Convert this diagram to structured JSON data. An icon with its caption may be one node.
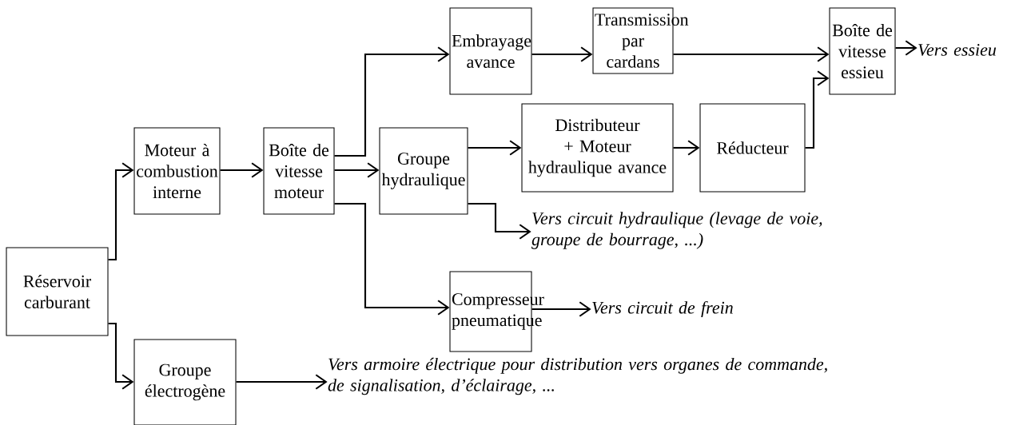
{
  "diagram": {
    "nodes": [
      {
        "text": [
          "Réservoir carburant"
        ]
      },
      {
        "text": [
          "Moteur à combustion interne"
        ]
      },
      {
        "text": [
          "Boîte de vitesse moteur"
        ]
      },
      {
        "text": [
          "Embrayage avance"
        ]
      },
      {
        "text": [
          "Transmission par cardans"
        ]
      },
      {
        "text": [
          "Boîte de vitesse essieu"
        ]
      },
      {
        "text": [
          "Groupe hydraulique"
        ]
      },
      {
        "text": [
          "Distributeur + Moteur hydraulique avance"
        ]
      },
      {
        "text": [
          "Réducteur"
        ]
      },
      {
        "text": [
          "Compresseur pneumatique"
        ]
      },
      {
        "text": [
          "Groupe électrogène"
        ]
      },
      {
        "text": [
          "Vers essieu"
        ]
      },
      {
        "text": [
          "Vers circuit hydraulique (levage de voie, groupe de bourrage, ...)"
        ]
      },
      {
        "text": [
          "Vers circuit de frein"
        ]
      },
      {
        "text": [
          "Vers armoire électrique pour distribution vers organes de commande, de signalisation, d’éclairage, ..."
        ]
      }
    ],
    "edges": [
      {
        "from": 0,
        "to": 1,
        "arrow": "to"
      },
      {
        "from": 0,
        "to": 10,
        "arrow": "to"
      },
      {
        "from": 1,
        "to": 2,
        "arrow": "to"
      },
      {
        "from": 2,
        "to": 3,
        "arrow": "to"
      },
      {
        "from": 2,
        "to": 6,
        "arrow": "to"
      },
      {
        "from": 2,
        "to": 9,
        "arrow": "to"
      },
      {
        "from": 3,
        "to": 4,
        "arrow": "to"
      },
      {
        "from": 4,
        "to": 5,
        "arrow": "to"
      },
      {
        "from": 6,
        "to": 7,
        "arrow": "to"
      },
      {
        "from": 6,
        "to": 12,
        "arrow": "to"
      },
      {
        "from": 7,
        "to": 8,
        "arrow": "to"
      },
      {
        "from": 8,
        "to": 5,
        "arrow": "to"
      },
      {
        "from": 9,
        "to": 13,
        "arrow": "to"
      },
      {
        "from": 10,
        "to": 14,
        "arrow": "to"
      },
      {
        "from": 5,
        "to": 11,
        "arrow": "to"
      }
    ]
  }
}
